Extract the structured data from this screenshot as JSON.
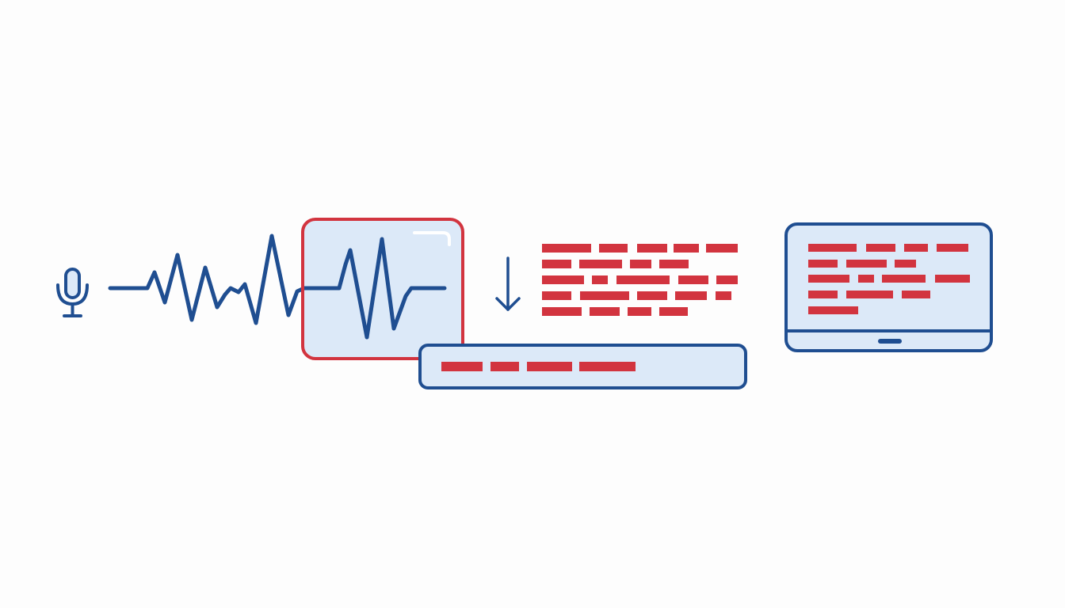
{
  "colors": {
    "background": "#fdfdfd",
    "primary_blue": "#1f4e91",
    "accent_red": "#d2343f",
    "light_fill": "#dce9f8",
    "highlight": "#ffffff"
  },
  "icons": {
    "source": "microphone-icon",
    "flow": "down-arrow-icon",
    "destination": "laptop-icon"
  },
  "diagram": {
    "stages": [
      "audio-input",
      "waveform-signal",
      "selected-audio-segment",
      "transcribed-text-lines",
      "output-text-field",
      "laptop-display-with-text"
    ],
    "text_lines_are_placeholders": true,
    "transcript_rows": 5,
    "screen_text_rows": 5,
    "field_text_segments": 4
  }
}
